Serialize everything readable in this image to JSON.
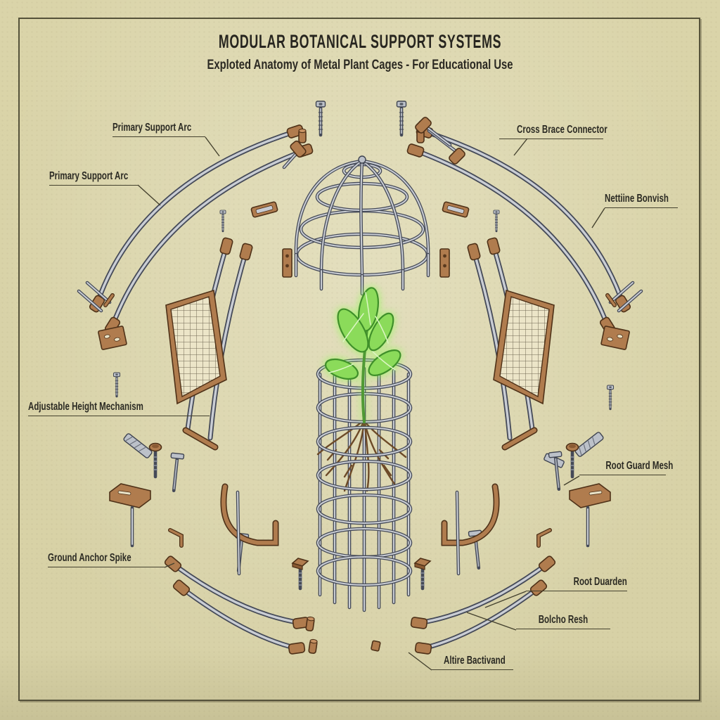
{
  "header": {
    "title": "MODULAR BOTANICAL SUPPORT SYSTEMS",
    "subtitle": "Exploted Anatomy of Metal Plant Cages - For Educational Use"
  },
  "labels": [
    {
      "id": "primary-support-arc-upper",
      "text": "Primary Support Arc"
    },
    {
      "id": "primary-support-arc-left",
      "text": "Primary Support Arc"
    },
    {
      "id": "cross-brace-connector",
      "text": "Cross Brace Connector"
    },
    {
      "id": "nettiine-bonvish",
      "text": "Nettiine Bonvish"
    },
    {
      "id": "adjustable-height-mechanism",
      "text": "Adjustable Height Mechanism"
    },
    {
      "id": "root-guard-mesh",
      "text": "Root Guard Mesh"
    },
    {
      "id": "ground-anchor-spike",
      "text": "Ground Anchor Spike"
    },
    {
      "id": "root-duarden",
      "text": "Root Duarden"
    },
    {
      "id": "bolcho-resh",
      "text": "Bolcho Resh"
    },
    {
      "id": "altire-bactivand",
      "text": "Altire Bactivand"
    }
  ],
  "components": [
    "dome-cage",
    "cylinder-cage",
    "seedling-plant",
    "root-system",
    "mesh-panel-left",
    "mesh-panel-right",
    "support-arcs",
    "rail-assemblies",
    "screws",
    "bolts",
    "pegs",
    "brackets",
    "anchor-spikes"
  ],
  "colors": {
    "background": "#d9d3a8",
    "frame_ink": "#55523a",
    "label_ink": "#2b2a23",
    "metal_dark": "#454a58",
    "metal_light": "#c9cdd4",
    "wood": "#b07c4e",
    "wood_dark": "#4e3118",
    "leaf_green": "#8bdb5a",
    "leaf_glow": "rgba(140,250,80,0.8)",
    "root_brown": "#6d4a28"
  }
}
